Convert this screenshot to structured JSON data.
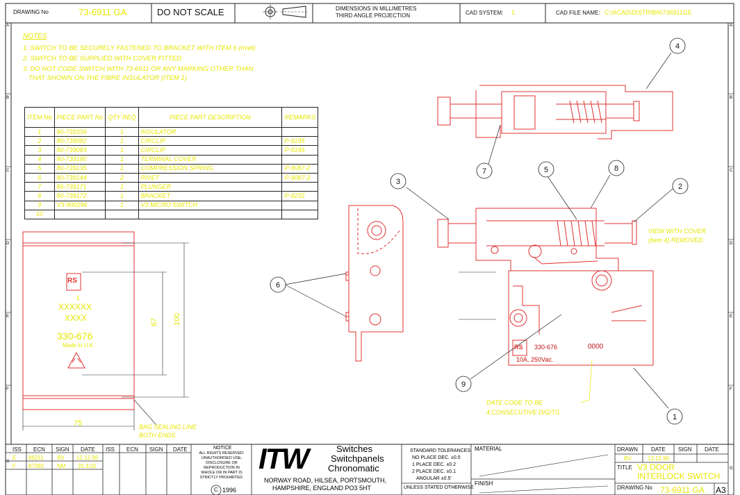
{
  "title_block_top": {
    "drawing_no_label": "DRAWING No",
    "drawing_no": "73-6911 GA.",
    "do_not_scale": "DO NOT SCALE",
    "dims_line1": "DIMENSIONS IN MILLIMETRES",
    "dims_line2": "THIRD ANGLE PROJECTION",
    "cad_system_label": "CAD SYSTEM:",
    "cad_system": "1",
    "cad_file_label": "CAD FILE NAME:",
    "cad_file": "C:\\ACAD\\DISTRIBN\\736911GE"
  },
  "border_letters": [
    "A",
    "B",
    "C",
    "D",
    "E",
    "F",
    "G"
  ],
  "notes": {
    "heading": "NOTES",
    "items": [
      "1. SWITCH TO BE SECURELY FASTENED TO BRACKET WITH ITEM 6 (rivet)",
      "2. SWITCH TO BE SUPPLIED WITH COVER FITTED.",
      "3. DO NOT CODE SWITCH WITH 73-6911 OR ANY MARKING OTHER THAN",
      "   THAT SHOWN ON THE FIBRE INSULATOR (ITEM 1)"
    ]
  },
  "parts_table": {
    "headers": {
      "item": "ITEM No",
      "piece": "PIECE PART No",
      "qty": "QTY REQ",
      "desc": "PIECE PART DESCRIPTION",
      "remarks": "REMARKS"
    },
    "rows": [
      {
        "item": "1",
        "piece": "80-739339",
        "qty": "1",
        "desc": "INSULATOR",
        "remarks": ""
      },
      {
        "item": "2",
        "piece": "80-739082",
        "qty": "1",
        "desc": "CIRCLIP",
        "remarks": "P-9195"
      },
      {
        "item": "3",
        "piece": "80-739083",
        "qty": "1",
        "desc": "CIRCLIP",
        "remarks": "P-9195"
      },
      {
        "item": "4",
        "piece": "80-739180",
        "qty": "1",
        "desc": "TERMINAL COVER",
        "remarks": ""
      },
      {
        "item": "5",
        "piece": "80-739135",
        "qty": "1",
        "desc": "COMPRESSION SPRING",
        "remarks": "P-9087-2"
      },
      {
        "item": "6",
        "piece": "80-739144",
        "qty": "2",
        "desc": "RIVET",
        "remarks": "P-9087-2"
      },
      {
        "item": "7",
        "piece": "86-739171",
        "qty": "1",
        "desc": "PLUNGER",
        "remarks": ""
      },
      {
        "item": "8",
        "piece": "80-739172",
        "qty": "1",
        "desc": "BRACKET",
        "remarks": "P-9232"
      },
      {
        "item": "9",
        "piece": "V3-900296",
        "qty": "1",
        "desc": "V3 MICRO SWITCH",
        "remarks": ""
      },
      {
        "item": "10",
        "piece": "",
        "qty": "",
        "desc": "",
        "remarks": ""
      }
    ]
  },
  "insulator": {
    "rs_logo": "RS",
    "line1": "1",
    "line2": "XXXXXX",
    "line3": "XXXX",
    "code": "330-676",
    "made_in": "Made in U.K.",
    "dim_height_inner": "67",
    "dim_height_outer": "100",
    "dim_width": "75",
    "bag_note_line1": "BAG SEALING LINE",
    "bag_note_line2": "BOTH ENDS"
  },
  "balloons": [
    "1",
    "2",
    "3",
    "4",
    "5",
    "6",
    "7",
    "8",
    "9"
  ],
  "view_note": {
    "line1": "VIEW WITH COVER",
    "line2": "(item 4) REMOVED"
  },
  "switch_label": {
    "rs_logo": "RS",
    "code": "330-676",
    "rating": "10A, 250Vac.",
    "date_code": "0000"
  },
  "date_note": {
    "line1": "DATE CODE TO BE",
    "line2": "4 CONSECUTIVE DIGITS"
  },
  "revisions": {
    "headers": [
      "ISS",
      "ECN",
      "SIGN",
      "DATE",
      "ISS",
      "ECN",
      "SIGN",
      "DATE"
    ],
    "rows": [
      {
        "iss": "E",
        "ecn": "86211",
        "sign": "BV",
        "date": "12.12.96"
      },
      {
        "iss": "F",
        "ecn": "87382",
        "sign": "NM",
        "date": "20.3.02"
      }
    ]
  },
  "notice": {
    "heading": "NOTICE",
    "lines": [
      "ALL RIGHTS RESERVED:",
      "UNAUTHORISED USE,",
      "DISCLOSURE OR",
      "REPRODUCTION IN",
      "WHOLE OR IN PART IS",
      "STRICTLY PROHIBITED."
    ],
    "copyright": "1996"
  },
  "company": {
    "logo": "ITW",
    "line1": "Switches",
    "line2": "Switchpanels",
    "line3": "Chronomatic",
    "addr1": "NORWAY ROAD, HILSEA, PORTSMOUTH,",
    "addr2": "HAMPSHIRE, ENGLAND PO3 5HT"
  },
  "tolerances": {
    "heading": "STANDARD TOLERANCES",
    "l1": "NO PLACE DEC. ±0.5",
    "l2": "1 PLACE DEC. ±0.2",
    "l3": "2 PLACE DEC. ±0.1",
    "l4": "ANGULAR ±0.5'",
    "l5": "UNLESS STATED OTHERWISE"
  },
  "material_label": "MATERIAL",
  "finish_label": "FINISH",
  "approval": {
    "headers": [
      "DRAWN",
      "DATE",
      "SIGN",
      "DATE"
    ],
    "drawn": "BV",
    "date": "12.12.96",
    "title_label": "TITLE",
    "title1": "V3 DOOR",
    "title2": "INTERLOCK SWITCH",
    "drawing_no_label": "DRAWING No",
    "drawing_no": "73-6911 GA",
    "size": "A3"
  },
  "colors": {
    "outline": "#e03030",
    "annotation": "#e6e600",
    "frame": "#222222"
  }
}
